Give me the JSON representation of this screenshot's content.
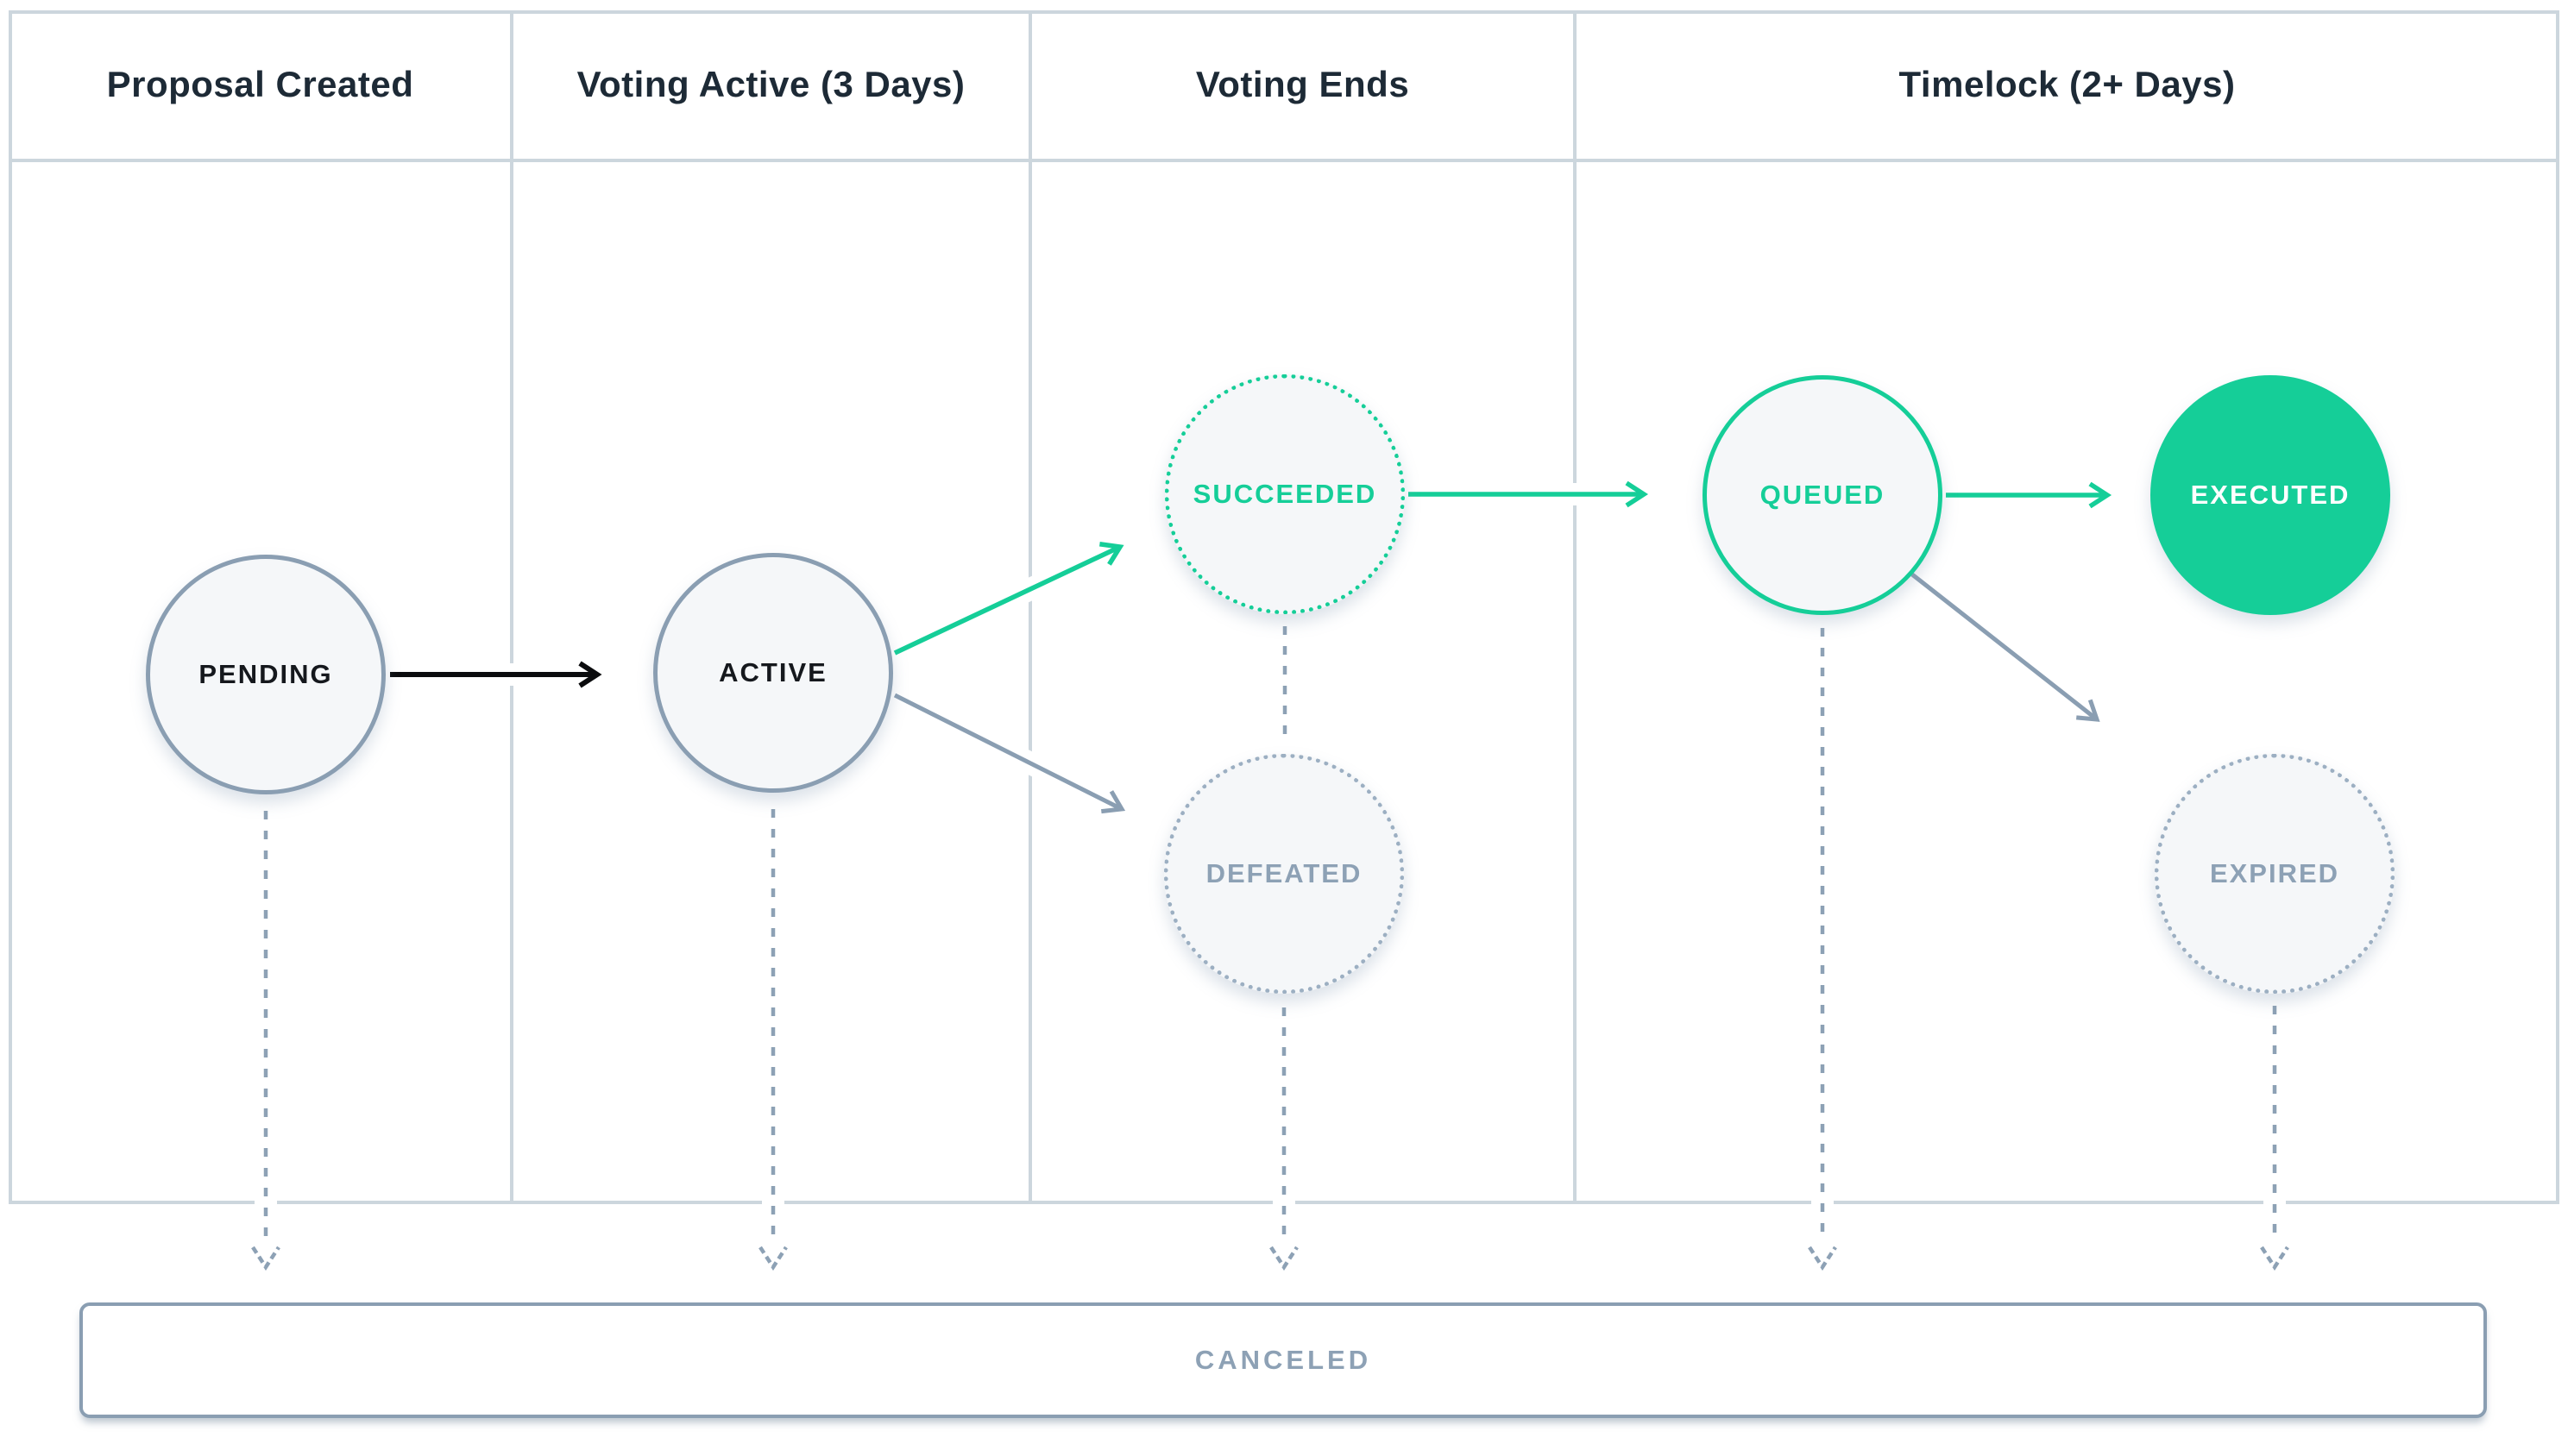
{
  "columns": [
    {
      "id": "proposal-created",
      "label": "Proposal Created"
    },
    {
      "id": "voting-active",
      "label": "Voting Active (3 Days)"
    },
    {
      "id": "voting-ends",
      "label": "Voting Ends"
    },
    {
      "id": "timelock",
      "label": "Timelock (2+ Days)"
    }
  ],
  "states": {
    "pending": {
      "label": "PENDING",
      "style": "neutral-solid"
    },
    "active": {
      "label": "ACTIVE",
      "style": "neutral-solid"
    },
    "succeeded": {
      "label": "SUCCEEDED",
      "style": "green-dotted"
    },
    "defeated": {
      "label": "DEFEATED",
      "style": "gray-dotted"
    },
    "queued": {
      "label": "QUEUED",
      "style": "green-solid"
    },
    "executed": {
      "label": "EXECUTED",
      "style": "green-filled"
    },
    "expired": {
      "label": "EXPIRED",
      "style": "gray-dotted"
    }
  },
  "terminal": {
    "canceled": {
      "label": "CANCELED"
    }
  },
  "edges": [
    {
      "from": "pending",
      "to": "active",
      "color": "black",
      "style": "solid"
    },
    {
      "from": "active",
      "to": "succeeded",
      "color": "green",
      "style": "solid"
    },
    {
      "from": "active",
      "to": "defeated",
      "color": "slate",
      "style": "solid"
    },
    {
      "from": "succeeded",
      "to": "queued",
      "color": "green",
      "style": "solid"
    },
    {
      "from": "queued",
      "to": "executed",
      "color": "green",
      "style": "solid"
    },
    {
      "from": "queued",
      "to": "expired",
      "color": "slate",
      "style": "solid"
    },
    {
      "from": "succeeded",
      "to": "defeated",
      "color": "slate",
      "style": "dotted"
    },
    {
      "from": "pending",
      "to": "canceled",
      "color": "slate",
      "style": "dotted"
    },
    {
      "from": "active",
      "to": "canceled",
      "color": "slate",
      "style": "dotted"
    },
    {
      "from": "defeated",
      "to": "canceled",
      "color": "slate",
      "style": "dotted"
    },
    {
      "from": "queued",
      "to": "canceled",
      "color": "slate",
      "style": "dotted"
    },
    {
      "from": "expired",
      "to": "canceled",
      "color": "slate",
      "style": "dotted"
    }
  ],
  "colors": {
    "green": "#15ce98",
    "slate_border": "#8a9eb2",
    "slate_text": "#8da1b5",
    "table_border": "#ccd6dd",
    "node_fill": "#f5f7f9",
    "dark_label": "#15181d",
    "header_text": "#1d2a36",
    "black_arrow": "#0b0c0e"
  }
}
